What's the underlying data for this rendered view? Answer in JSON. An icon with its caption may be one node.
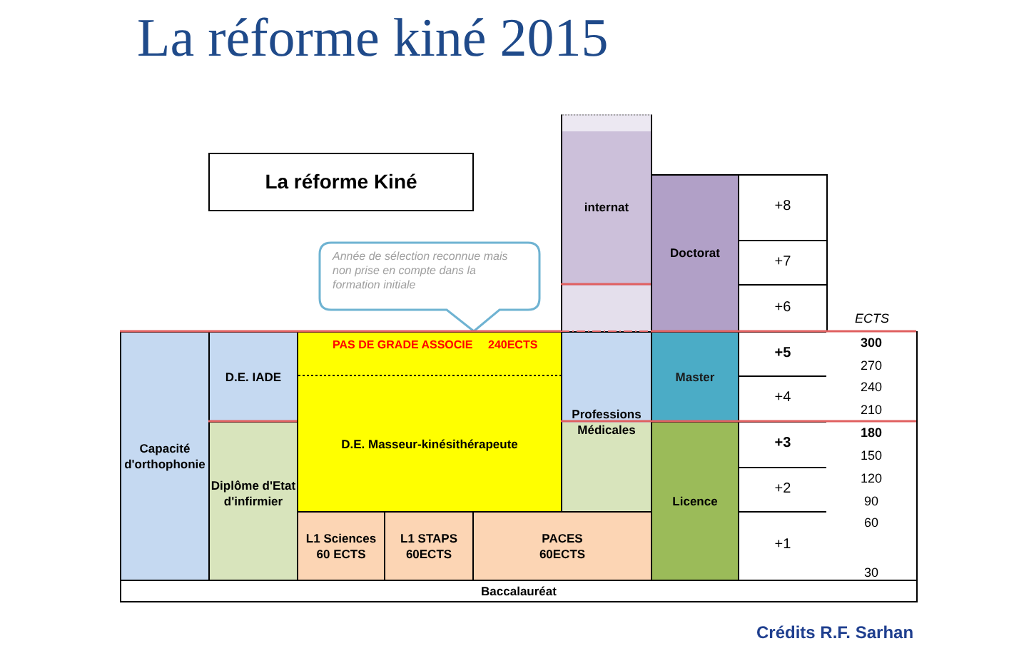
{
  "diagram": {
    "title": "La réforme kiné 2015",
    "nodes": [
      {
        "text": [
          "La réforme Kiné"
        ]
      },
      {
        "text": [
          "internat"
        ]
      },
      {
        "text": [
          "Doctorat"
        ]
      },
      {
        "text": [
          "+8"
        ]
      },
      {
        "text": [
          "Année de sélection reconnue mais non prise en compte dans la formation initiale"
        ]
      },
      {
        "text": [
          "+7"
        ]
      },
      {
        "text": [
          "+6"
        ]
      },
      {
        "text": [
          "Capacité d'orthophonie"
        ]
      },
      {
        "text": [
          "D.E. IADE"
        ]
      },
      {
        "text": [
          "PAS DE GRADE ASSOCIE",
          "240ECTS",
          "D.E. Masseur-kinésithérapeute"
        ]
      },
      {
        "text": [
          "Professions Médicales"
        ]
      },
      {
        "text": [
          "Master"
        ]
      },
      {
        "text": [
          "+5"
        ]
      },
      {
        "text": [
          "+4"
        ]
      },
      {
        "text": [
          "Diplôme d'Etat d'infirmier"
        ]
      },
      {
        "text": [
          "Licence"
        ]
      },
      {
        "text": [
          "+3"
        ]
      },
      {
        "text": [
          "+2"
        ]
      },
      {
        "text": [
          "L1 Sciences 60 ECTS"
        ]
      },
      {
        "text": [
          "L1 STAPS 60ECTS"
        ]
      },
      {
        "text": [
          "PACES 60ECTS"
        ]
      },
      {
        "text": [
          "+1"
        ]
      },
      {
        "text": [
          "Baccalauréat"
        ]
      }
    ],
    "labels": [
      "ECTS",
      "300",
      "270",
      "240",
      "210",
      "180",
      "150",
      "120",
      "90",
      "60",
      "30",
      "Crédits R.F. Sarhan"
    ]
  }
}
